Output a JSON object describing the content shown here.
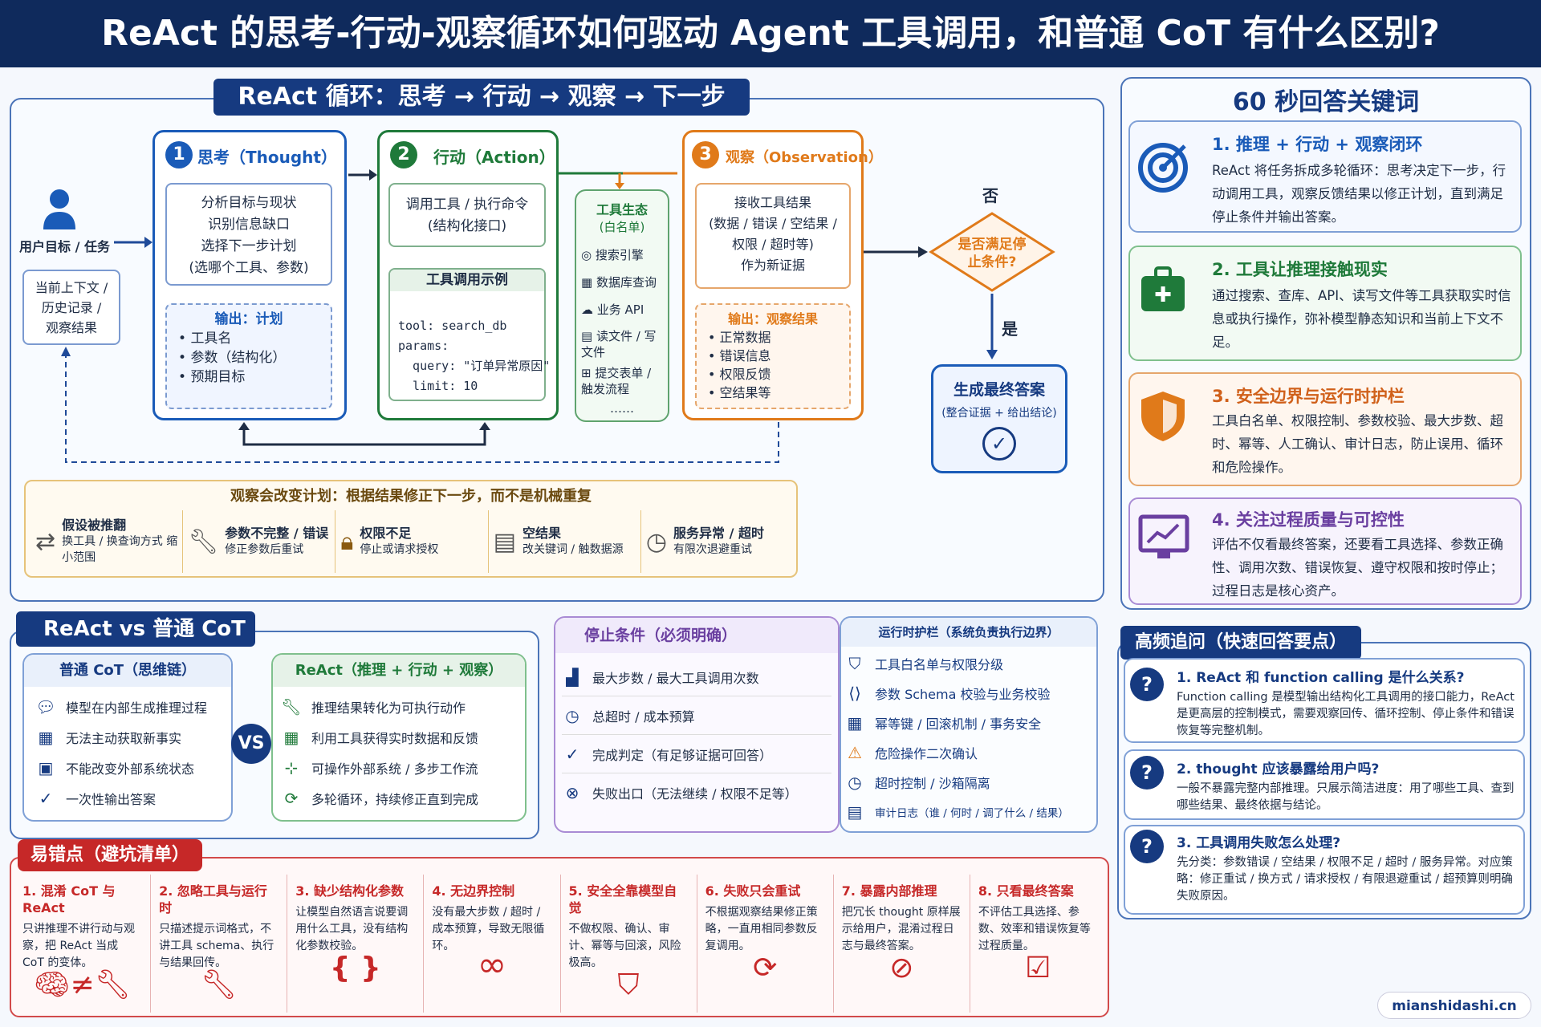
{
  "title": "ReAct 的思考-行动-观察循环如何驱动 Agent 工具调用，和普通 CoT 有什么区别?",
  "loop": {
    "header": "ReAct 循环：思考 → 行动 → 观察 → 下一步",
    "user_label": "用户目标 / 任务",
    "context_box": [
      "当前上下文 /",
      "历史记录 /",
      "观察结果"
    ],
    "thought": {
      "num": "1",
      "title": "思考（Thought）",
      "body": [
        "分析目标与现状",
        "识别信息缺口",
        "选择下一步计划",
        "(选哪个工具、参数)"
      ],
      "out_title": "输出：计划",
      "out_items": [
        "工具名",
        "参数（结构化）",
        "预期目标"
      ]
    },
    "action": {
      "num": "2",
      "title": "行动（Action）",
      "body": [
        "调用工具 / 执行命令",
        "(结构化接口)"
      ],
      "ex_title": "工具调用示例",
      "ex_lines": [
        "tool: search_db",
        "params:",
        "  query: \"订单异常原因\"",
        "  limit: 10"
      ]
    },
    "tools": {
      "title": "工具生态",
      "subtitle": "(白名单)",
      "items": [
        "搜索引擎",
        "数据库查询",
        "业务 API",
        "读文件 / 写文件",
        "提交表单 / 触发流程"
      ],
      "more": "……"
    },
    "observe": {
      "num": "3",
      "title": "观察（Observation）",
      "body": [
        "接收工具结果",
        "(数据 / 错误 / 空结果 /",
        "权限 / 超时等)",
        "作为新证据"
      ],
      "out_title": "输出：观察结果",
      "out_items": [
        "正常数据",
        "错误信息",
        "权限反馈",
        "空结果等"
      ]
    },
    "decision": {
      "text": "是否满足停止条件?",
      "no": "否",
      "yes": "是"
    },
    "final": {
      "title": "生成最终答案",
      "subtitle": "(整合证据 + 给出结论)"
    },
    "adjust_title": "观察会改变计划：根据结果修正下一步，而不是机械重复",
    "adjust_items": [
      {
        "t": "假设被推翻",
        "d": "换工具 / 换查询方式 缩小范围"
      },
      {
        "t": "参数不完整 / 错误",
        "d": "修正参数后重试"
      },
      {
        "t": "权限不足",
        "d": "停止或请求授权"
      },
      {
        "t": "空结果",
        "d": "改关键词 / 触数据源"
      },
      {
        "t": "服务异常 / 超时",
        "d": "有限次退避重试"
      }
    ]
  },
  "keys": {
    "header": "60 秒回答关键词",
    "items": [
      {
        "t": "1. 推理 + 行动 + 观察闭环",
        "d": "ReAct 将任务拆成多轮循环：思考决定下一步，行动调用工具，观察反馈结果以修正计划，直到满足停止条件并输出答案。"
      },
      {
        "t": "2. 工具让推理接触现实",
        "d": "通过搜索、查库、API、读写文件等工具获取实时信息或执行操作，弥补模型静态知识和当前上下文不足。"
      },
      {
        "t": "3. 安全边界与运行时护栏",
        "d": "工具白名单、权限控制、参数校验、最大步数、超时、幂等、人工确认、审计日志，防止误用、循环和危险操作。"
      },
      {
        "t": "4. 关注过程质量与可控性",
        "d": "评估不仅看最终答案，还要看工具选择、参数正确性、调用次数、错误恢复、遵守权限和按时停止；过程日志是核心资产。"
      }
    ]
  },
  "vs": {
    "header": "ReAct vs 普通 CoT",
    "cot_title": "普通 CoT（思维链）",
    "cot_items": [
      "模型在内部生成推理过程",
      "无法主动获取新事实",
      "不能改变外部系统状态",
      "一次性输出答案"
    ],
    "react_title": "ReAct（推理 + 行动 + 观察）",
    "react_items": [
      "推理结果转化为可执行动作",
      "利用工具获得实时数据和反馈",
      "可操作外部系统 / 多步工作流",
      "多轮循环，持续修正直到完成"
    ],
    "badge": "VS"
  },
  "stop": {
    "title": "停止条件（必须明确）",
    "items": [
      "最大步数 / 最大工具调用次数",
      "总超时 / 成本预算",
      "完成判定（有足够证据可回答）",
      "失败出口（无法继续 / 权限不足等）"
    ]
  },
  "guard": {
    "title": "运行时护栏（系统负责执行边界）",
    "items": [
      "工具白名单与权限分级",
      "参数 Schema 校验与业务校验",
      "幂等键 / 回滚机制 / 事务安全",
      "危险操作二次确认",
      "超时控制 / 沙箱隔离",
      "审计日志（谁 / 何时 / 调了什么 / 结果）"
    ]
  },
  "faq": {
    "header": "高频追问（快速回答要点）",
    "items": [
      {
        "q": "1. ReAct 和 function calling 是什么关系?",
        "a": "Function calling 是模型输出结构化工具调用的接口能力，ReAct 是更高层的控制模式，需要观察回传、循环控制、停止条件和错误恢复等完整机制。"
      },
      {
        "q": "2. thought 应该暴露给用户吗?",
        "a": "一般不暴露完整内部推理。只展示简洁进度：用了哪些工具、查到哪些结果、最终依据与结论。"
      },
      {
        "q": "3. 工具调用失败怎么处理?",
        "a": "先分类：参数错误 / 空结果 / 权限不足 / 超时 / 服务异常。对应策略：修正重试 / 换方式 / 请求授权 / 有限退避重试 / 超预算则明确失败原因。"
      }
    ]
  },
  "mistakes": {
    "header": "易错点（避坑清单）",
    "items": [
      {
        "t": "1. 混淆 CoT 与 ReAct",
        "d": "只讲推理不讲行动与观察，把 ReAct 当成 CoT 的变体。"
      },
      {
        "t": "2. 忽略工具与运行时",
        "d": "只描述提示词格式，不讲工具 schema、执行与结果回传。"
      },
      {
        "t": "3. 缺少结构化参数",
        "d": "让模型自然语言说要调用什么工具，没有结构化参数校验。"
      },
      {
        "t": "4. 无边界控制",
        "d": "没有最大步数 / 超时 / 成本预算，导致无限循环。"
      },
      {
        "t": "5. 安全全靠模型自觉",
        "d": "不做权限、确认、审计、幂等与回滚，风险极高。"
      },
      {
        "t": "6. 失败只会重试",
        "d": "不根据观察结果修正策略，一直用相同参数反复调用。"
      },
      {
        "t": "7. 暴露内部推理",
        "d": "把冗长 thought 原样展示给用户，混淆过程日志与最终答案。"
      },
      {
        "t": "8. 只看最终答案",
        "d": "不评估工具选择、参数、效率和错误恢复等过程质量。"
      }
    ]
  },
  "footer": "mianshidashi.cn"
}
